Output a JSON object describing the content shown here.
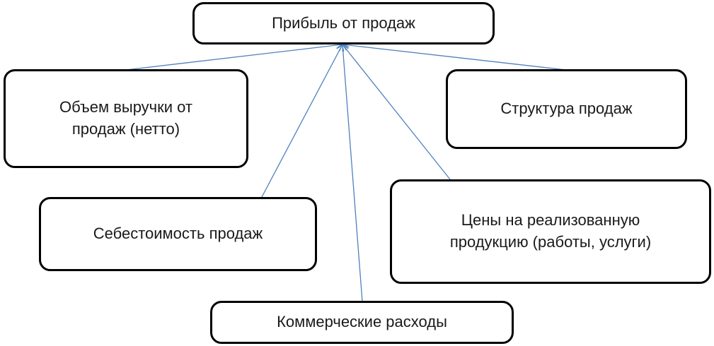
{
  "diagram": {
    "nodes": {
      "profit": "Прибыль от продаж",
      "revenue": "Объем выручки от\nпродаж (нетто)",
      "structure": "Структура продаж",
      "cost": "Себестоимость продаж",
      "prices": "Цены на реализованную\nпродукцию (работы, услуги)",
      "commerce": "Коммерческие расходы"
    },
    "edges": [
      {
        "from": "revenue",
        "to": "profit"
      },
      {
        "from": "structure",
        "to": "profit"
      },
      {
        "from": "cost",
        "to": "profit"
      },
      {
        "from": "prices",
        "to": "profit"
      },
      {
        "from": "commerce",
        "to": "profit"
      }
    ],
    "arrow_color": "#4f81bd"
  }
}
